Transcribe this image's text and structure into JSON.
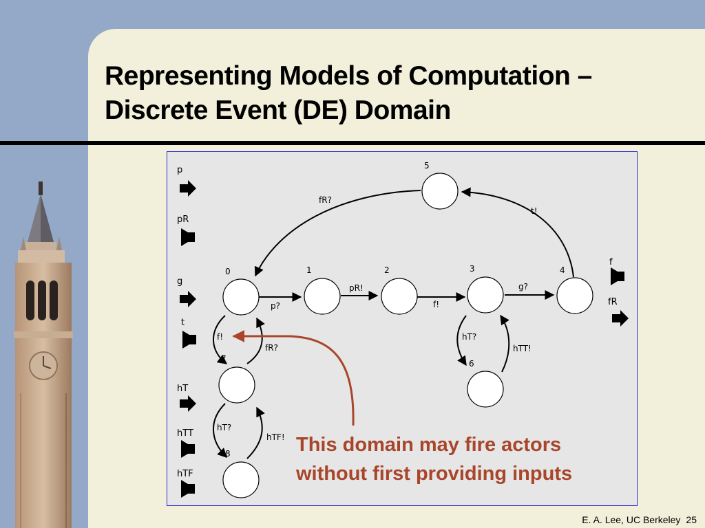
{
  "slide": {
    "title_line1": "Representing Models of Computation –",
    "title_line2": "Discrete Event (DE) Domain",
    "callout_line1": "This domain may fire actors",
    "callout_line2": "without first providing inputs",
    "footer_author": "E. A. Lee, UC Berkeley",
    "page_number": "25"
  },
  "ports": [
    {
      "label": "p",
      "kind": "input"
    },
    {
      "label": "pR",
      "kind": "output"
    },
    {
      "label": "g",
      "kind": "input"
    },
    {
      "label": "t",
      "kind": "output"
    },
    {
      "label": "hT",
      "kind": "input"
    },
    {
      "label": "hTT",
      "kind": "output"
    },
    {
      "label": "hTF",
      "kind": "output"
    },
    {
      "label": "f",
      "kind": "output"
    },
    {
      "label": "fR",
      "kind": "input"
    }
  ],
  "states": [
    "0",
    "1",
    "2",
    "3",
    "4",
    "5",
    "6",
    "7",
    "8"
  ],
  "transitions": [
    {
      "from": "0",
      "to": "1",
      "label": "p?"
    },
    {
      "from": "1",
      "to": "2",
      "label": "pR!"
    },
    {
      "from": "2",
      "to": "3",
      "label": "f!"
    },
    {
      "from": "3",
      "to": "4",
      "label": "g?"
    },
    {
      "from": "4",
      "to": "5",
      "label": "t!"
    },
    {
      "from": "5",
      "to": "0",
      "label": "fR?"
    },
    {
      "from": "0",
      "to": "7",
      "label": "f!"
    },
    {
      "from": "7",
      "to": "0",
      "label": "fR?"
    },
    {
      "from": "7",
      "to": "8",
      "label": "hT?"
    },
    {
      "from": "8",
      "to": "7",
      "label": "hTF!"
    },
    {
      "from": "3",
      "to": "6",
      "label": "hT?"
    },
    {
      "from": "6",
      "to": "3",
      "label": "hTT!"
    }
  ],
  "colors": {
    "background": "#93a9c7",
    "panel": "#f2efda",
    "diagram_bg": "#e6e6e6",
    "diagram_border": "#2a2ad0",
    "callout": "#a8452a"
  },
  "tower_image": "campanile-clock-tower"
}
